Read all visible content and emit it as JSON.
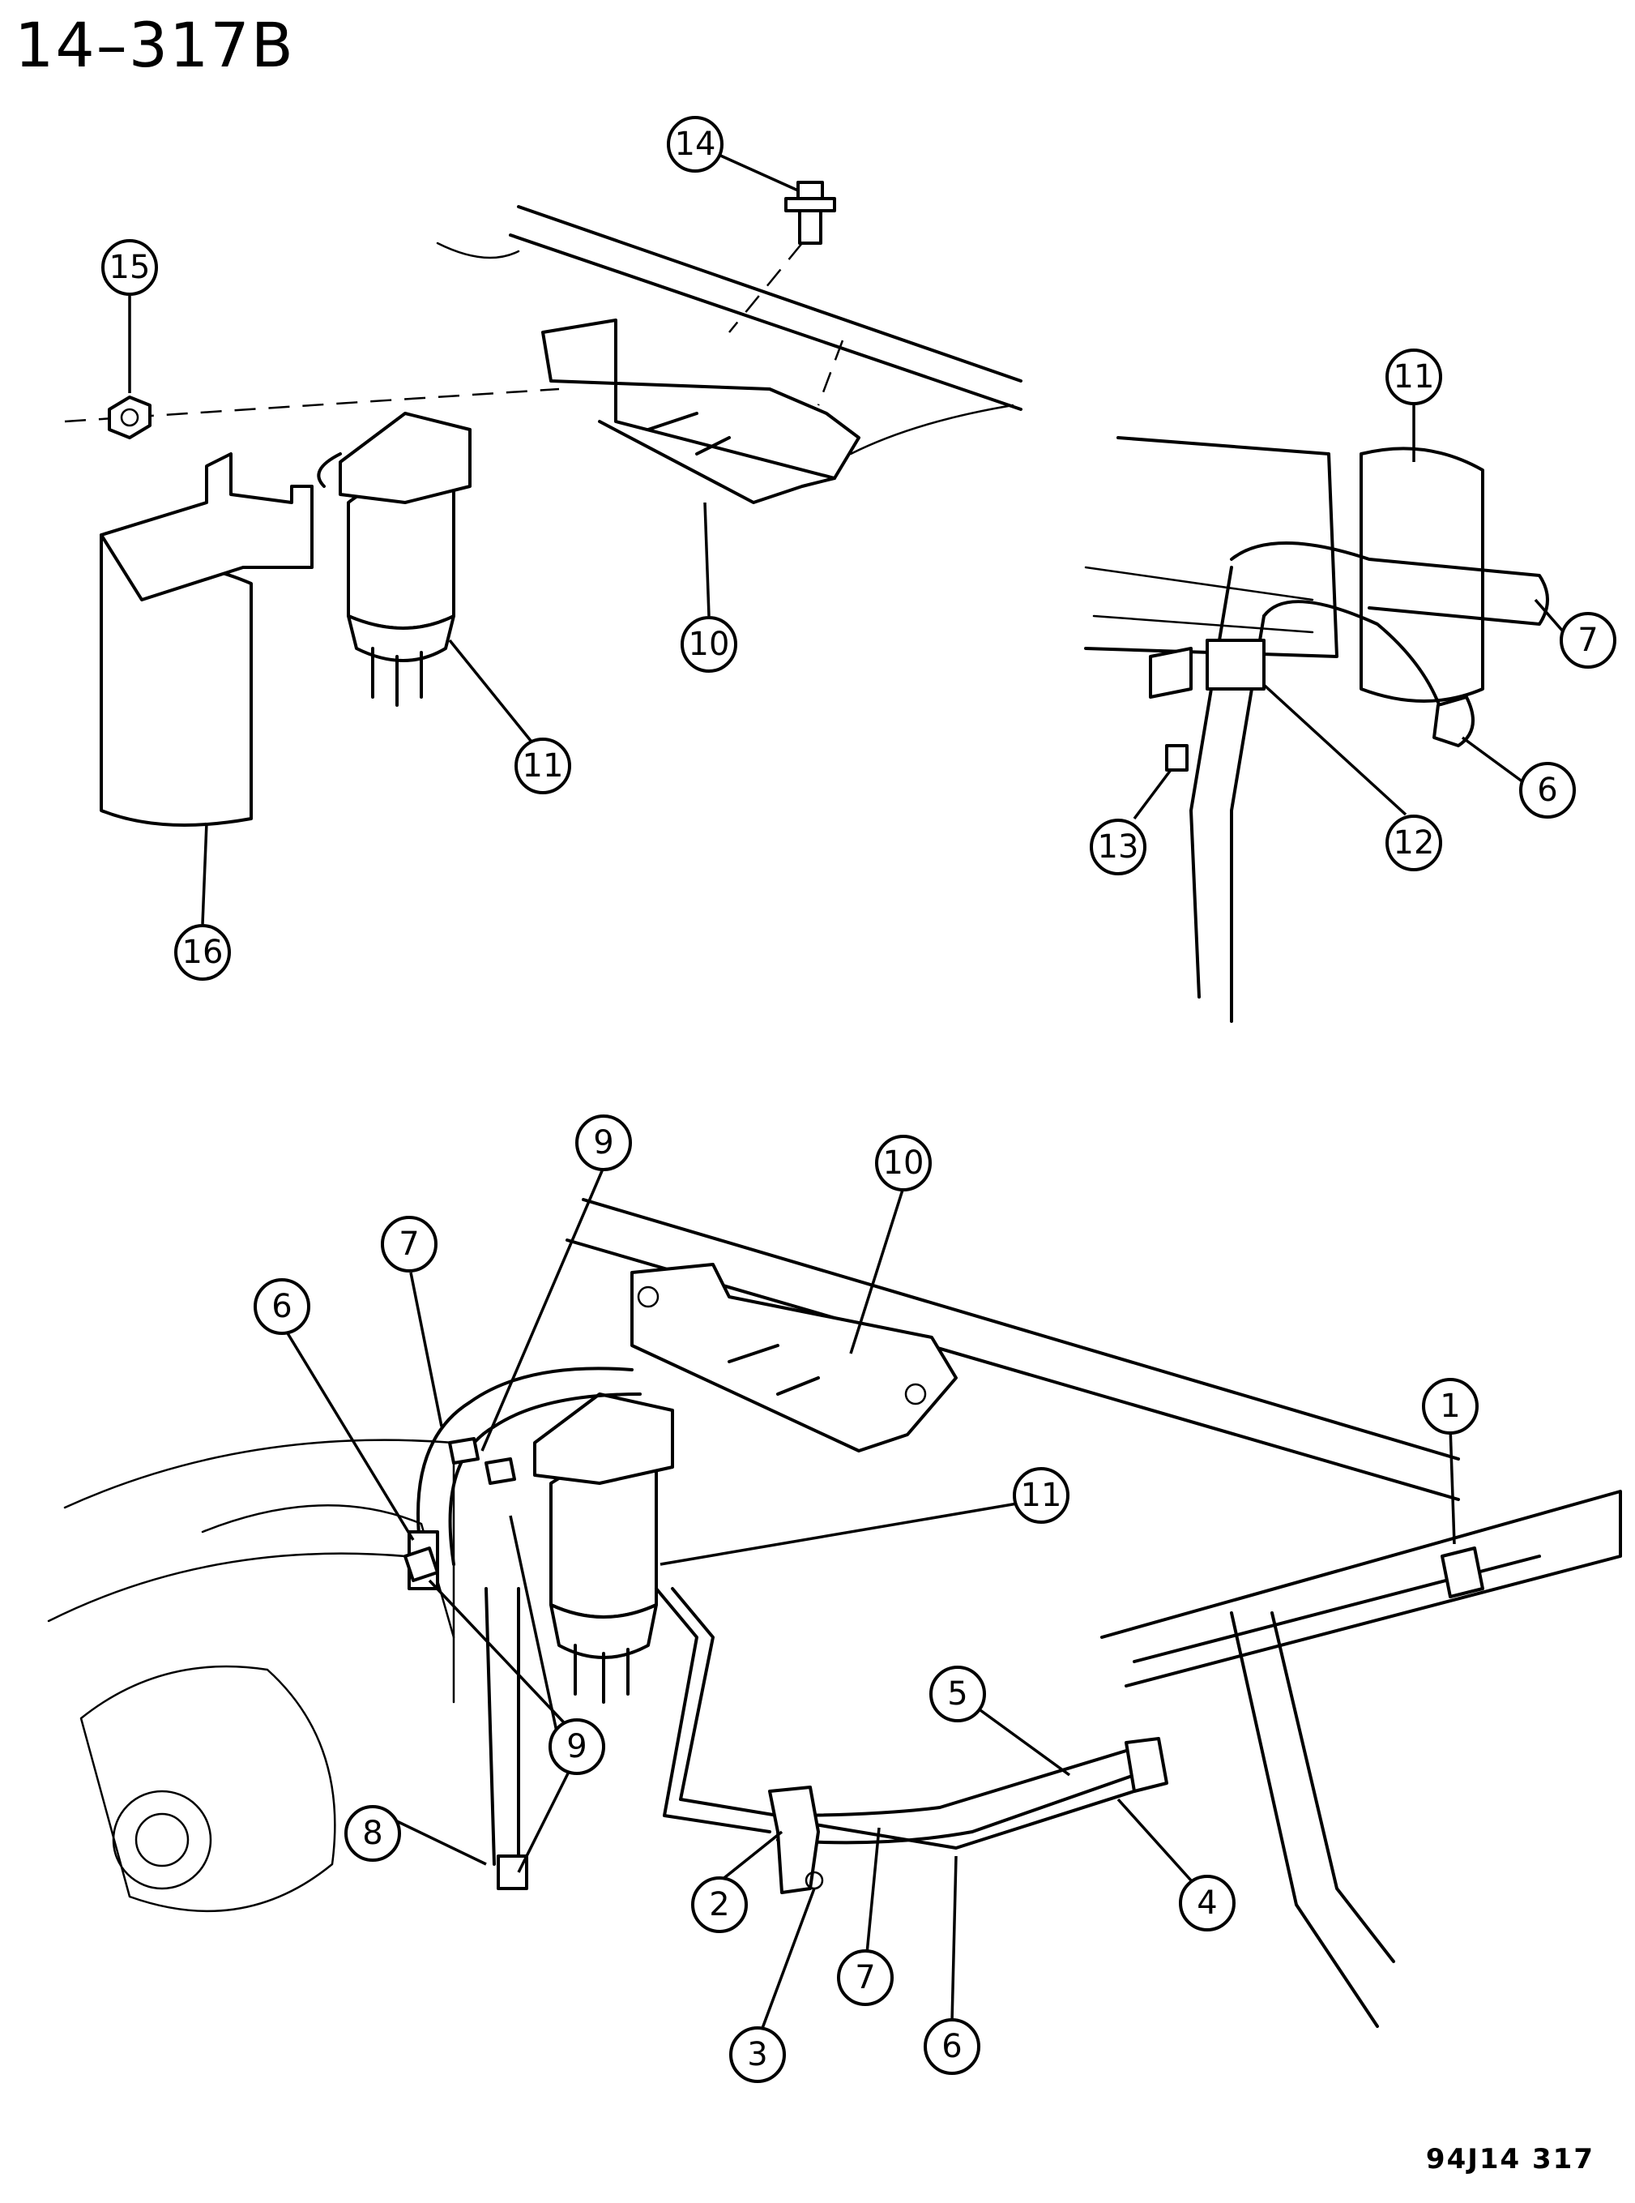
{
  "page_title": "14–317B",
  "figure_code": "94J14  317",
  "callouts": [
    {
      "label": "14"
    },
    {
      "label": "15"
    },
    {
      "label": "10"
    },
    {
      "label": "11"
    },
    {
      "label": "16"
    },
    {
      "label": "11"
    },
    {
      "label": "7"
    },
    {
      "label": "6"
    },
    {
      "label": "12"
    },
    {
      "label": "13"
    },
    {
      "label": "9"
    },
    {
      "label": "10"
    },
    {
      "label": "7"
    },
    {
      "label": "6"
    },
    {
      "label": "11"
    },
    {
      "label": "1"
    },
    {
      "label": "9"
    },
    {
      "label": "5"
    },
    {
      "label": "4"
    },
    {
      "label": "8"
    },
    {
      "label": "2"
    },
    {
      "label": "7"
    },
    {
      "label": "6"
    },
    {
      "label": "3"
    }
  ]
}
